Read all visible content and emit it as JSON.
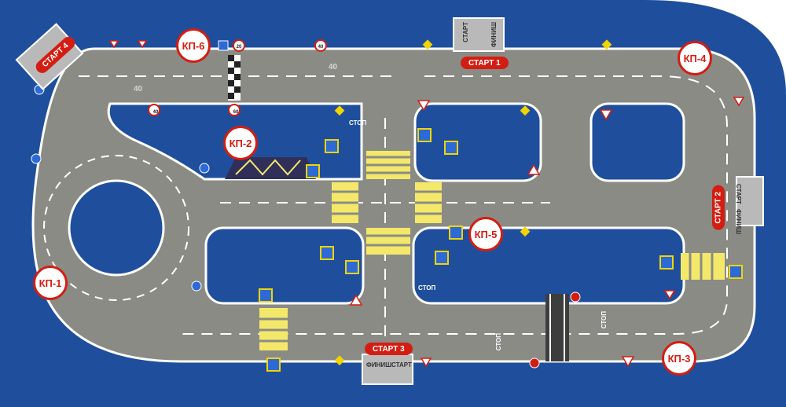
{
  "checkpoints": [
    "КП-1",
    "КП-2",
    "КП-3",
    "КП-4",
    "КП-5",
    "КП-6"
  ],
  "starts": {
    "start1": "СТАРТ 1",
    "start2": "СТАРТ 2",
    "start3": "СТАРТ 3",
    "start4": "СТАРТ 4"
  },
  "pads": {
    "start_word": "СТАРТ",
    "finish_word": "ФИНИШ",
    "finish_mirrored": "ФИНИШ"
  },
  "road_marks": {
    "stop_word": "СТОП",
    "speed_40": "40",
    "speed_20": "20",
    "speed_60": "60"
  },
  "colors": {
    "field": "#1f4f9c",
    "road": "#8b8b86",
    "lines": "#ffffff",
    "accent": "#d41d12",
    "zebra": "#f4e86a"
  }
}
